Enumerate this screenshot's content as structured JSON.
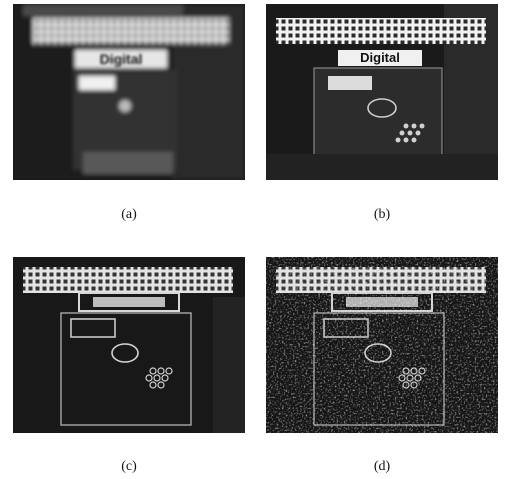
{
  "figure": {
    "panels": [
      {
        "id": "a",
        "caption": "(a)",
        "sign_text": "Digital"
      },
      {
        "id": "b",
        "caption": "(b)",
        "sign_text": "Digital"
      },
      {
        "id": "c",
        "caption": "(c)"
      },
      {
        "id": "d",
        "caption": "(d)"
      }
    ]
  }
}
